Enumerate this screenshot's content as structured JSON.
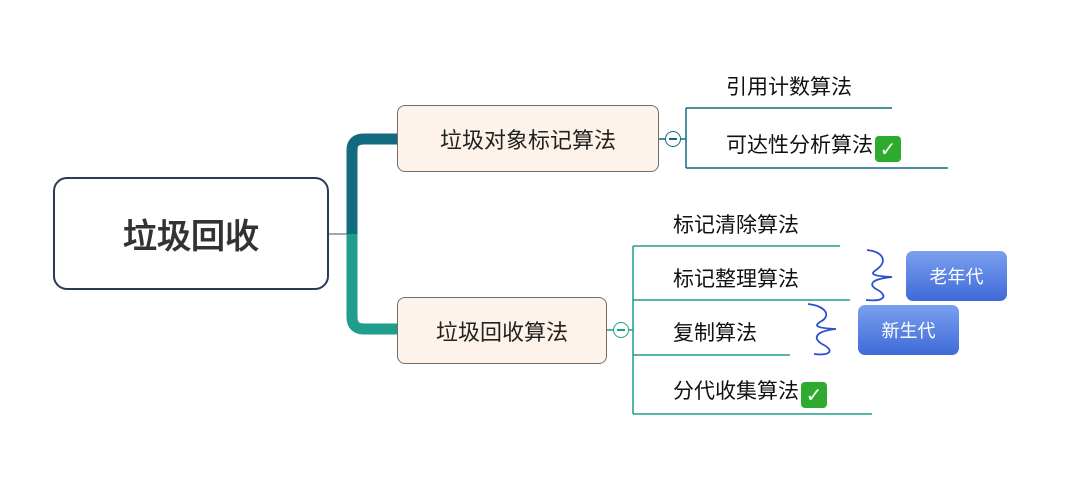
{
  "root": {
    "label": "垃圾回收"
  },
  "branches": [
    {
      "label": "垃圾对象标记算法",
      "color": "#126a80",
      "children": [
        {
          "label": "引用计数算法"
        },
        {
          "label": "可达性分析算法",
          "checked": true
        }
      ]
    },
    {
      "label": "垃圾回收算法",
      "color": "#1f9e8e",
      "children": [
        {
          "label": "标记清除算法"
        },
        {
          "label": "标记整理算法"
        },
        {
          "label": "复制算法"
        },
        {
          "label": "分代收集算法",
          "checked": true
        }
      ]
    }
  ],
  "tags": [
    {
      "label": "老年代"
    },
    {
      "label": "新生代"
    }
  ],
  "check_glyph": "✓"
}
